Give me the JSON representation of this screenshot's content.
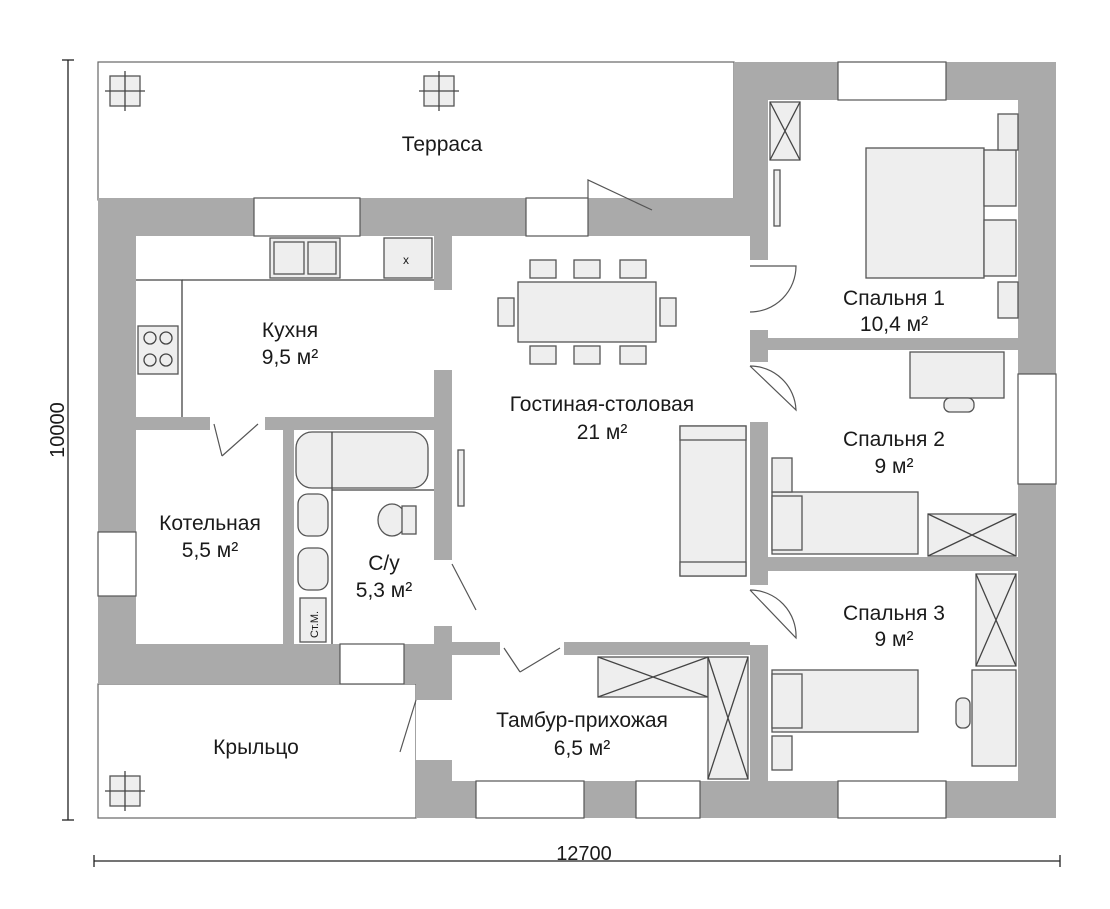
{
  "dimensions": {
    "width_label": "12700",
    "height_label": "10000"
  },
  "rooms": {
    "terrace": {
      "name": "Терраса"
    },
    "porch": {
      "name": "Крыльцо"
    },
    "kitchen": {
      "name": "Кухня",
      "area": "9,5 м²"
    },
    "boiler": {
      "name": "Котельная",
      "area": "5,5 м²"
    },
    "bathroom": {
      "name": "С/у",
      "area": "5,3 м²"
    },
    "living": {
      "name": "Гостиная-столовая",
      "area": "21 м²"
    },
    "hall": {
      "name": "Тамбур-прихожая",
      "area": "6,5 м²"
    },
    "bedroom1": {
      "name": "Спальня 1",
      "area": "10,4 м²"
    },
    "bedroom2": {
      "name": "Спальня 2",
      "area": "9 м²"
    },
    "bedroom3": {
      "name": "Спальня 3",
      "area": "9 м²"
    }
  },
  "fixtures": {
    "washer_label": "Ст.М.",
    "cooker_hood_mark": "x"
  },
  "colors": {
    "wall": "#aaaaaa",
    "floor": "#ffffff",
    "furniture": "#eeeeee",
    "text": "#1a1a1a"
  }
}
